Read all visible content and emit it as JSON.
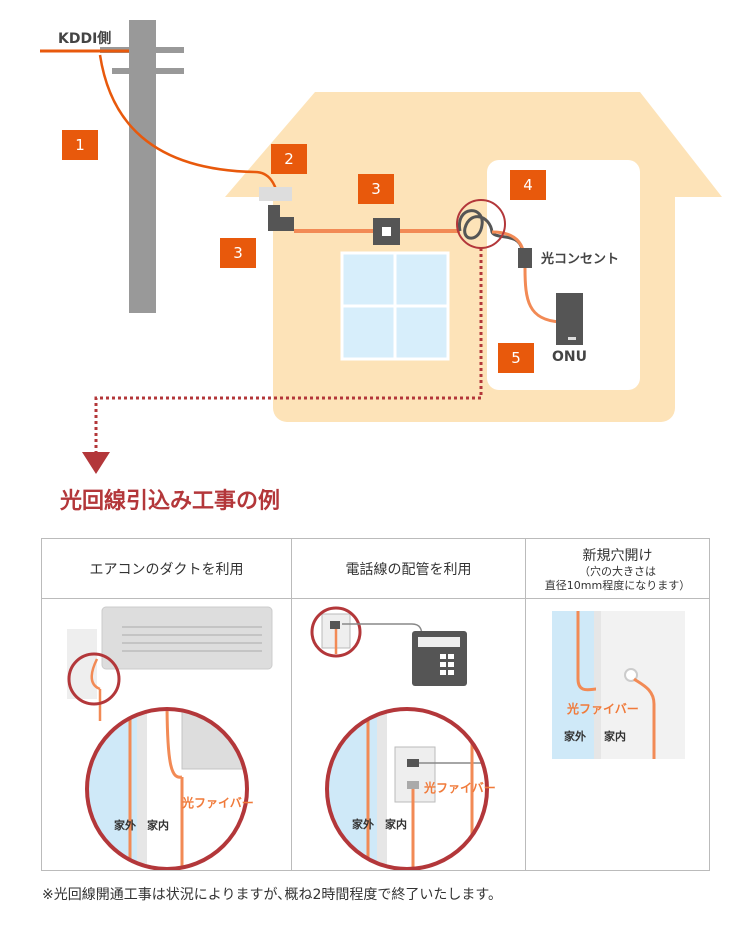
{
  "diagram": {
    "kddi_label": "KDDI側",
    "steps": [
      "1",
      "2",
      "3",
      "3",
      "4",
      "5"
    ],
    "outlet_label": "光コンセント",
    "onu_label": "ONU"
  },
  "section_title": "光回線引込み工事の例",
  "methods": {
    "aircon": {
      "header": "エアコンのダクトを利用",
      "fiber_label": "光ファイバー",
      "outside_label": "家外",
      "inside_label": "家内"
    },
    "phone": {
      "header": "電話線の配管を利用",
      "fiber_label": "光ファイバー",
      "outside_label": "家外",
      "inside_label": "家内"
    },
    "drill": {
      "header": "新規穴開け",
      "note_line1": "（穴の大きさは",
      "note_line2": "直径10mm程度になります）",
      "fiber_label": "光ファイバー",
      "outside_label": "家外",
      "inside_label": "家内"
    }
  },
  "footnote": "※光回線開通工事は状況によりますが､概ね2時間程度で終了いたします。",
  "colors": {
    "fiber": "#f28a55",
    "badge": "#e8590c",
    "house": "#fde3b8",
    "accent_red": "#b3373a",
    "pole": "#999999"
  }
}
